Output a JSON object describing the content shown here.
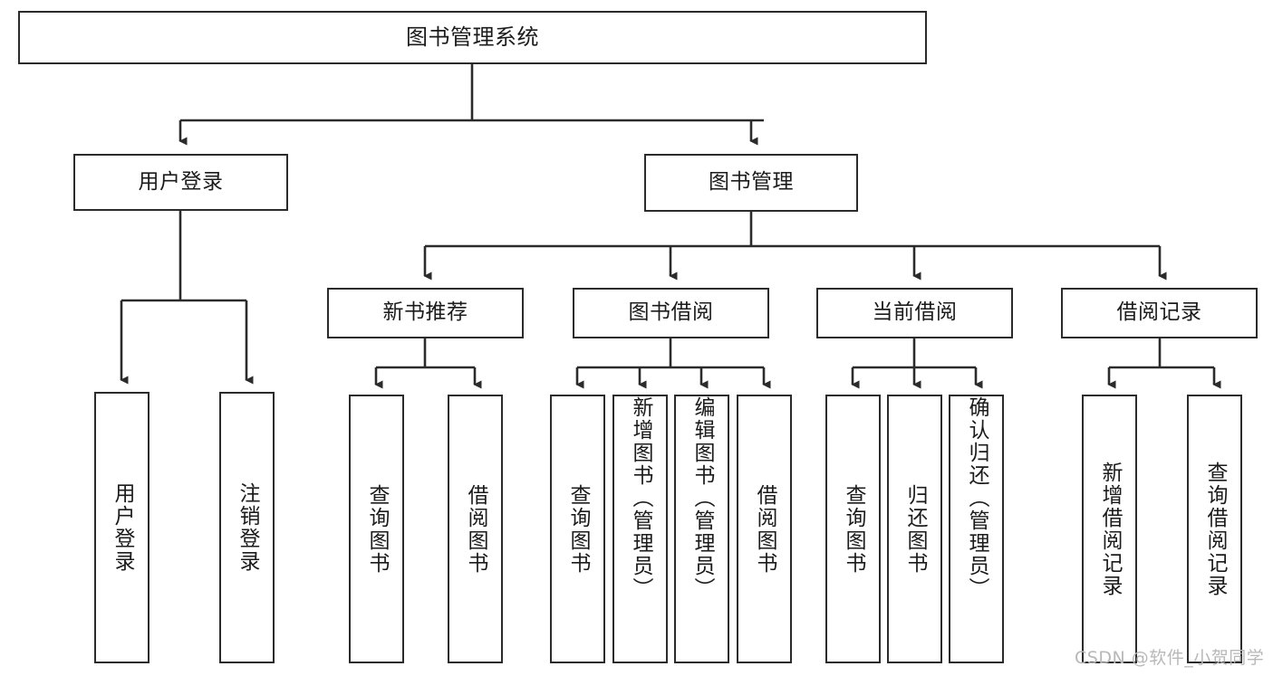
{
  "diagram": {
    "title": "图书管理系统",
    "type": "tree",
    "orientation": "top-down",
    "colors": {
      "node_border": "#2b2b2b",
      "node_fill": "#ffffff",
      "edge": "#2b2b2b",
      "text": "#1b1b1b",
      "watermark": "#b8b8b8",
      "background": "#ffffff"
    },
    "root": {
      "label": "图书管理系统"
    },
    "level2": [
      {
        "label": "用户登录"
      },
      {
        "label": "图书管理"
      }
    ],
    "level3": [
      {
        "label": "新书推荐"
      },
      {
        "label": "图书借阅"
      },
      {
        "label": "当前借阅"
      },
      {
        "label": "借阅记录"
      }
    ],
    "leaves": {
      "user_login": [
        {
          "label": "用户登录"
        },
        {
          "label": "注销登录"
        }
      ],
      "new_book_recommend": [
        {
          "label": "查询图书"
        },
        {
          "label": "借阅图书"
        }
      ],
      "book_borrow": [
        {
          "label": "查询图书"
        },
        {
          "label": "新增图书（管理员）"
        },
        {
          "label": "编辑图书（管理员）"
        },
        {
          "label": "借阅图书"
        }
      ],
      "current_borrow": [
        {
          "label": "查询图书"
        },
        {
          "label": "归还图书"
        },
        {
          "label": "确认归还（管理员）"
        }
      ],
      "borrow_record": [
        {
          "label": "新增借阅记录"
        },
        {
          "label": "查询借阅记录"
        }
      ]
    }
  },
  "watermark": {
    "text": "CSDN @软件_小贺同学"
  }
}
